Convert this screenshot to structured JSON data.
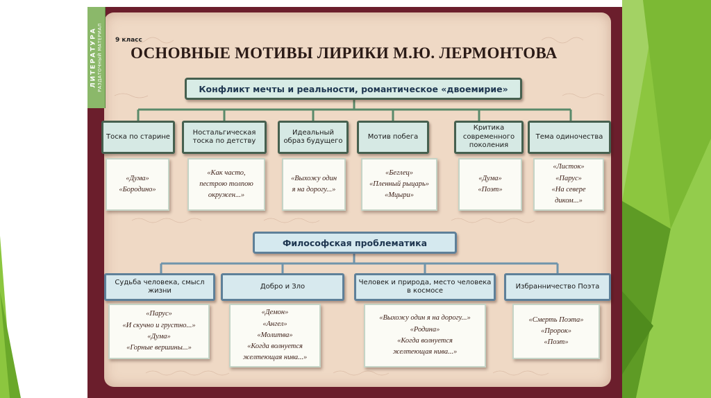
{
  "header": {
    "strip_title": "ЛИТЕРАТУРА",
    "strip_subtitle": "РАЗДАТОЧНЫЙ МАТЕРИАЛ",
    "grade": "9 класс",
    "title": "ОСНОВНЫЕ МОТИВЫ ЛИРИКИ М.Ю. ЛЕРМОНТОВА"
  },
  "group1": {
    "heading": "Конфликт мечты и реальности, романтическое «двоемирие»",
    "items": [
      {
        "label": "Тоска по старине",
        "works": [
          "«Дума»",
          "«Бородино»"
        ]
      },
      {
        "label": "Ностальгическая тоска по детству",
        "works": [
          "«Как часто,",
          "пестрою толпою",
          "окружен...»"
        ]
      },
      {
        "label": "Идеальный образ будущего",
        "works": [
          "«Выхожу один",
          "я на дорогу...»"
        ]
      },
      {
        "label": "Мотив побега",
        "works": [
          "«Беглец»",
          "«Пленный рыцарь»",
          "«Мцыри»"
        ]
      },
      {
        "label": "Критика современного поколения",
        "works": [
          "«Дума»",
          "«Поэт»"
        ]
      },
      {
        "label": "Тема одиночества",
        "works": [
          "«Листок»",
          "«Парус»",
          "«На севере",
          "диком...»"
        ]
      }
    ]
  },
  "group2": {
    "heading": "Философская проблематика",
    "items": [
      {
        "label": "Судьба человека, смысл жизни",
        "works": [
          "«Парус»",
          "«И скучно и грустно...»",
          "«Дума»",
          "«Горные вершины...»"
        ]
      },
      {
        "label": "Добро и Зло",
        "works": [
          "«Демон»",
          "«Ангел»",
          "«Молитва»",
          "«Когда волнуется",
          "желтеющая нива...»"
        ]
      },
      {
        "label": "Человек и природа, место человека в космосе",
        "works": [
          "«Выхожу один я на дорогу...»",
          "«Родина»",
          "«Когда волнуется",
          "желтеющая нива...»"
        ]
      },
      {
        "label": "Избранничество Поэта",
        "works": [
          "«Смерть Поэта»",
          "«Пророк»",
          "«Поэт»"
        ]
      }
    ]
  }
}
